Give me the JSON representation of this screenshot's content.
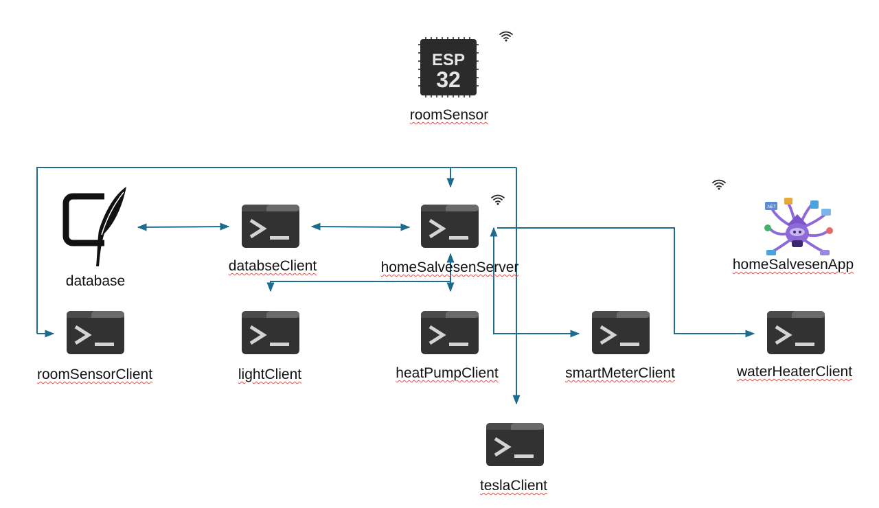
{
  "colors": {
    "connector": "#1f6b8e",
    "terminal_bg": "#323232",
    "terminal_tab_light": "#6a6a6a",
    "terminal_tab_dark": "#4a4a4a",
    "terminal_glyph": "#d4d4d4",
    "esp_chip": "#2b2b2b",
    "esp_text": "#e6e6e6",
    "app_mascot": "#8e6ad8"
  },
  "nodes": {
    "roomSensor": {
      "label": "roomSensor",
      "icon": "esp32-chip-icon",
      "chip_text_top": "ESP",
      "chip_text_bottom": "32"
    },
    "database": {
      "label": "database",
      "icon": "sqlite-feather-icon"
    },
    "databseClient": {
      "label": "databseClient",
      "icon": "terminal-icon"
    },
    "homeSalvesenServer": {
      "label": "homeSalvesenServer",
      "icon": "terminal-icon"
    },
    "homeSalvesenApp": {
      "label": "homeSalvesenApp",
      "icon": "dotnet-maui-bot-icon",
      "badge_text": ".NET"
    },
    "roomSensorClient": {
      "label": "roomSensorClient",
      "icon": "terminal-icon"
    },
    "lightClient": {
      "label": "lightClient",
      "icon": "terminal-icon"
    },
    "heatPumpClient": {
      "label": "heatPumpClient",
      "icon": "terminal-icon"
    },
    "smartMeterClient": {
      "label": "smartMeterClient",
      "icon": "terminal-icon"
    },
    "waterHeaterClient": {
      "label": "waterHeaterClient",
      "icon": "terminal-icon"
    },
    "teslaClient": {
      "label": "teslaClient",
      "icon": "terminal-icon"
    }
  },
  "wifi_indicators": [
    "wifi-icon",
    "wifi-icon",
    "wifi-icon"
  ]
}
